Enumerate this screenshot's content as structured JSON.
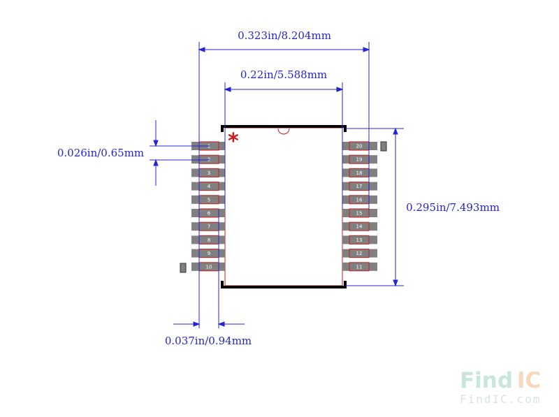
{
  "dimensions": {
    "overall_width": "0.323in/8.204mm",
    "body_width": "0.22in/5.588mm",
    "pin_pitch": "0.026in/0.65mm",
    "overall_height": "0.295in/7.493mm",
    "pad_width": "0.037in/0.94mm"
  },
  "pins": {
    "left": [
      "1",
      "2",
      "3",
      "4",
      "5",
      "6",
      "7",
      "8",
      "9",
      "10"
    ],
    "right": [
      "20",
      "19",
      "18",
      "17",
      "16",
      "15",
      "14",
      "13",
      "12",
      "11"
    ]
  },
  "pin1_marker": "*",
  "watermark": {
    "logo_find": "Find",
    "logo_ic": "IC",
    "url": "FindIC.com"
  },
  "colors": {
    "dimension": "#2424d6",
    "pad": "#808080",
    "outline": "#cc1a1a",
    "body_edge": "#000000",
    "logo_find": "#c9e6dd",
    "logo_ic": "#f6d8bf"
  }
}
